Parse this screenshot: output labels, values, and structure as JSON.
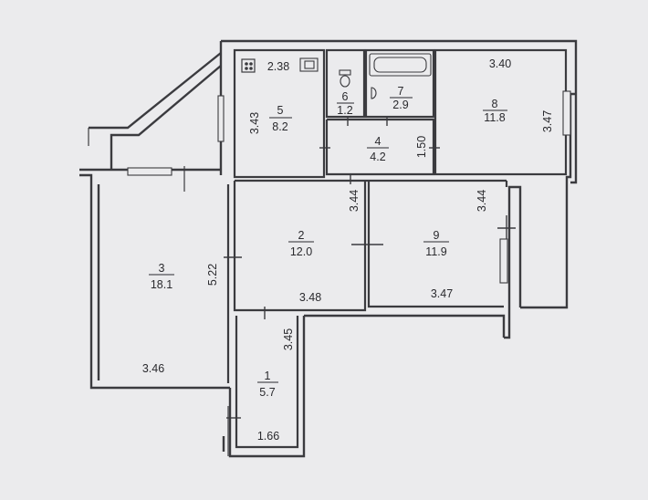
{
  "rooms": [
    {
      "id": "r1",
      "number": "1",
      "area": "5.7"
    },
    {
      "id": "r2",
      "number": "2",
      "area": "12.0"
    },
    {
      "id": "r3",
      "number": "3",
      "area": "18.1"
    },
    {
      "id": "r4",
      "number": "4",
      "area": "4.2"
    },
    {
      "id": "r5",
      "number": "5",
      "area": "8.2"
    },
    {
      "id": "r6",
      "number": "6",
      "area": "1.2"
    },
    {
      "id": "r7",
      "number": "7",
      "area": "2.9"
    },
    {
      "id": "r8",
      "number": "8",
      "area": "11.8"
    },
    {
      "id": "r9",
      "number": "9",
      "area": "11.9"
    }
  ],
  "dimensions": {
    "d238": "2.38",
    "d340": "3.40",
    "d343": "3.43",
    "d347a": "3.47",
    "d150": "1.50",
    "d344a": "3.44",
    "d344b": "3.44",
    "d522": "5.22",
    "d348": "3.48",
    "d347b": "3.47",
    "d345": "3.45",
    "d346": "3.46",
    "d166": "1.66"
  },
  "icons": [
    "stove-icon",
    "sink-icon",
    "toilet-icon",
    "bathtub-icon",
    "washbasin-icon"
  ],
  "colors": {
    "background": "#ebebed",
    "lines": "#3b3b3f"
  }
}
